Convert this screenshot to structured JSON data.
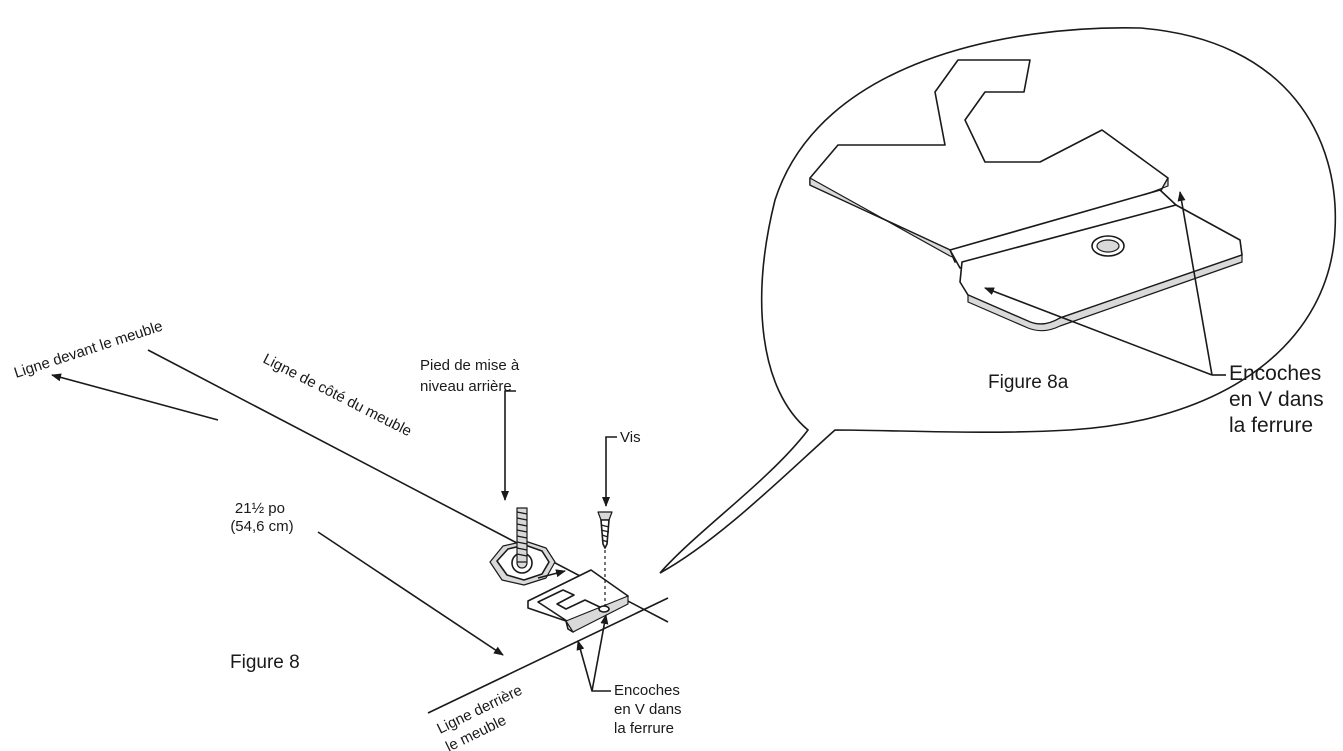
{
  "labels": {
    "front_line": "Ligne devant le meuble",
    "side_line": "Ligne de côté du meuble",
    "dimension_line1": "21½ po",
    "dimension_line2": "(54,6 cm)",
    "leveling_leg_line1": "Pied de mise à",
    "leveling_leg_line2": "niveau arrière",
    "screw": "Vis",
    "back_line1": "Ligne derrière",
    "back_line2": "le meuble",
    "notches_line1": "Encoches",
    "notches_line2": "en V dans",
    "notches_line3": "la ferrure",
    "zoom_notches_line1": "Encoches",
    "zoom_notches_line2": "en V dans",
    "zoom_notches_line3": "la ferrure"
  },
  "figures": {
    "main_caption": "Figure 8",
    "detail_caption": "Figure 8a"
  }
}
